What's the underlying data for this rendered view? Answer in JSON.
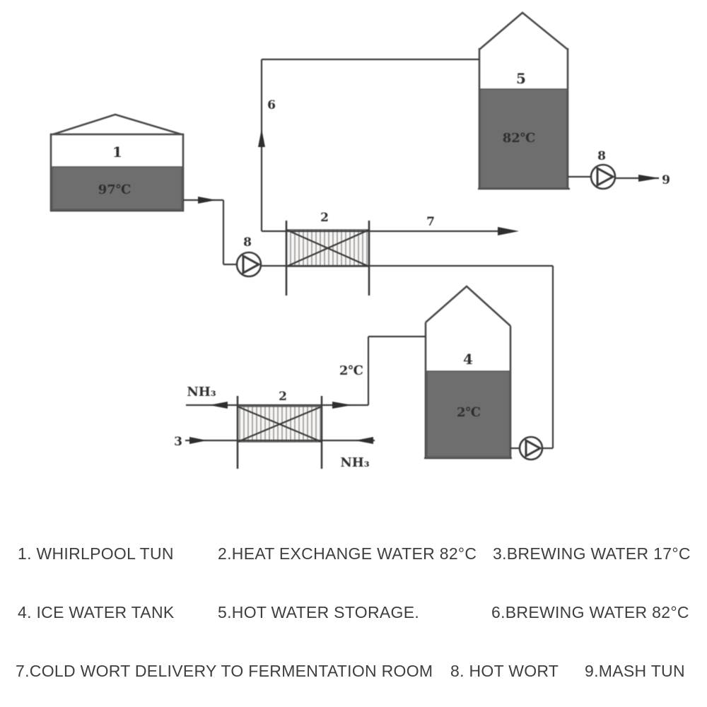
{
  "diagram": {
    "tank1": {
      "number": "1",
      "temp": "97℃"
    },
    "tank5": {
      "number": "5",
      "temp": "82℃"
    },
    "tank4": {
      "number": "4",
      "temp": "2℃"
    },
    "hx_upper": {
      "label": "2"
    },
    "hx_lower": {
      "label": "2"
    },
    "labels": {
      "riser_hot_water": "6",
      "cold_wort": "7",
      "pump_wort": "8",
      "pump_hot_water": "8",
      "to_mash_tun": "9",
      "nh3_out": "NH₃",
      "nh3_in": "NH₃",
      "brewing_water_in": "3",
      "ice_water_temp": "2℃"
    }
  },
  "legend": {
    "items": [
      {
        "text": "1. WHIRLPOOL TUN"
      },
      {
        "text": "2.HEAT EXCHANGE WATER 82°C"
      },
      {
        "text": "3.BREWING WATER 17°C"
      },
      {
        "text": "4. ICE WATER TANK"
      },
      {
        "text": "5.HOT WATER STORAGE."
      },
      {
        "text": "6.BREWING WATER 82°C"
      },
      {
        "text": "7.COLD WORT DELIVERY TO FERMENTATION ROOM"
      },
      {
        "text": "8. HOT WORT"
      },
      {
        "text": "9.MASH TUN"
      }
    ]
  },
  "colors": {
    "line": "#3b3b3b",
    "tank_fill": "#6e6e6e",
    "legend_text": "#3e3e3e",
    "background": "#ffffff"
  }
}
